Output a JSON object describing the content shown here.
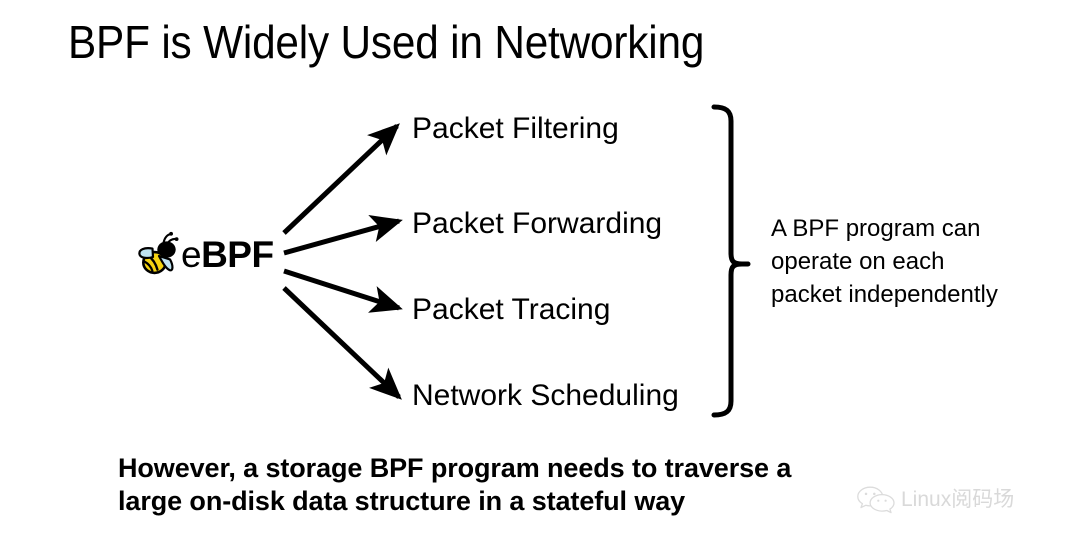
{
  "slide": {
    "title": "BPF is Widely Used in Networking",
    "background_color": "#ffffff",
    "text_color": "#000000"
  },
  "logo": {
    "name": "eBPF",
    "prefix": "e",
    "suffix": "BPF",
    "bee_body_color": "#f5d312",
    "bee_outline_color": "#000000",
    "bee_wing_color": "#bfe3f2"
  },
  "diagram": {
    "source_label": "eBPF",
    "branches": [
      {
        "label": "Packet Filtering"
      },
      {
        "label": "Packet Forwarding"
      },
      {
        "label": "Packet Tracing"
      },
      {
        "label": "Network Scheduling"
      }
    ],
    "brace_note_lines": [
      "A BPF program can",
      "operate on each",
      "packet independently"
    ]
  },
  "caption": {
    "lines": [
      "However, a storage BPF program needs to traverse a",
      "large on-disk data structure in a stateful way"
    ]
  },
  "watermark": {
    "text": "Linux阅码场",
    "icon": "wechat-icon",
    "color": "#d9d9d9"
  }
}
